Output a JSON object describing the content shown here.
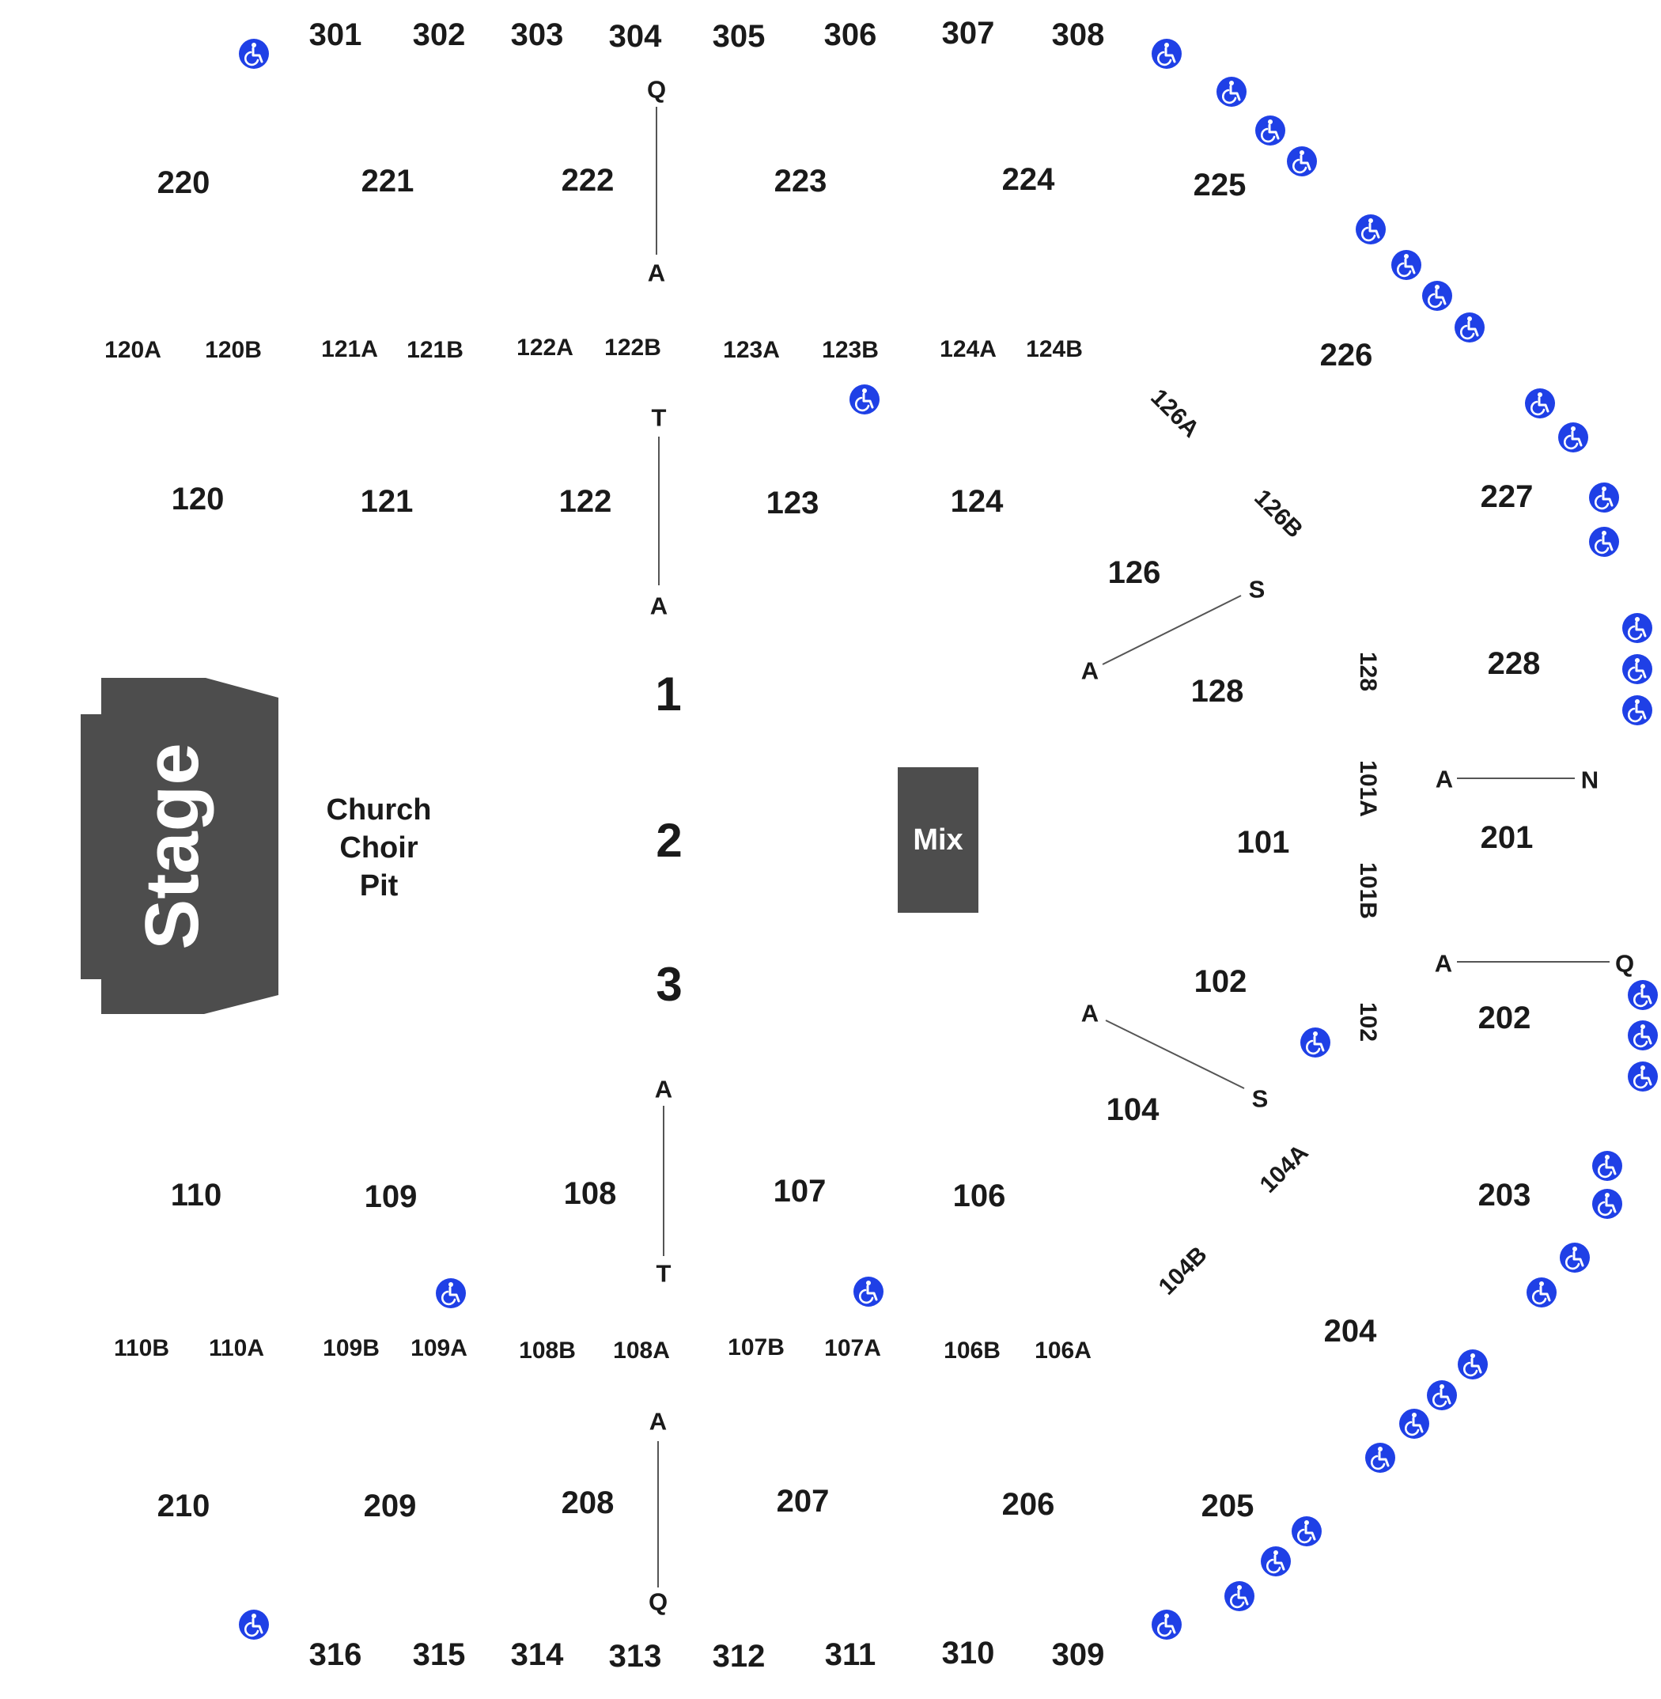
{
  "stage": {
    "label": "Stage"
  },
  "mix": {
    "label": "Mix"
  },
  "choir_pit": {
    "line1": "Church",
    "line2": "Choir",
    "line3": "Pit"
  },
  "floor": {
    "f1": "1",
    "f2": "2",
    "f3": "3"
  },
  "sections": {
    "s301": "301",
    "s302": "302",
    "s303": "303",
    "s304": "304",
    "s305": "305",
    "s306": "306",
    "s307": "307",
    "s308": "308",
    "s309": "309",
    "s310": "310",
    "s311": "311",
    "s312": "312",
    "s313": "313",
    "s314": "314",
    "s315": "315",
    "s316": "316",
    "s220": "220",
    "s221": "221",
    "s222": "222",
    "s223": "223",
    "s224": "224",
    "s225": "225",
    "s226": "226",
    "s227": "227",
    "s228": "228",
    "s201": "201",
    "s202": "202",
    "s203": "203",
    "s204": "204",
    "s205": "205",
    "s206": "206",
    "s207": "207",
    "s208": "208",
    "s209": "209",
    "s210": "210",
    "s120": "120",
    "s121": "121",
    "s122": "122",
    "s123": "123",
    "s124": "124",
    "s126": "126",
    "s128": "128",
    "s101": "101",
    "s102": "102",
    "s104": "104",
    "s106": "106",
    "s107": "107",
    "s108": "108",
    "s109": "109",
    "s110": "110",
    "s120A": "120A",
    "s120B": "120B",
    "s121A": "121A",
    "s121B": "121B",
    "s122A": "122A",
    "s122B": "122B",
    "s123A": "123A",
    "s123B": "123B",
    "s124A": "124A",
    "s124B": "124B",
    "s110B": "110B",
    "s110A": "110A",
    "s109B": "109B",
    "s109A": "109A",
    "s108B": "108B",
    "s108A": "108A",
    "s107B": "107B",
    "s107A": "107A",
    "s106B": "106B",
    "s106A": "106A",
    "s126A": "126A",
    "s126B": "126B",
    "s104A": "104A",
    "s104B": "104B",
    "s128v": "128",
    "s101A": "101A",
    "s101B": "101B",
    "s102v": "102"
  },
  "rows": {
    "q_top": "Q",
    "a_top": "A",
    "t_top": "T",
    "a_mid_top": "A",
    "a_mid_bot": "A",
    "t_bot": "T",
    "a_bot": "A",
    "q_bot": "Q",
    "a_126": "A",
    "s_126": "S",
    "a_102": "A",
    "s_102": "S",
    "a_201": "A",
    "n_201": "N",
    "a_202": "A",
    "q_202": "Q"
  },
  "icons": {
    "accessible": "wheelchair-icon"
  },
  "colors": {
    "stage": "#4d4d4d",
    "mix": "#4d4d4d",
    "accessible": "#1f40e6",
    "line": "#555555",
    "text": "#1a1a1a"
  }
}
